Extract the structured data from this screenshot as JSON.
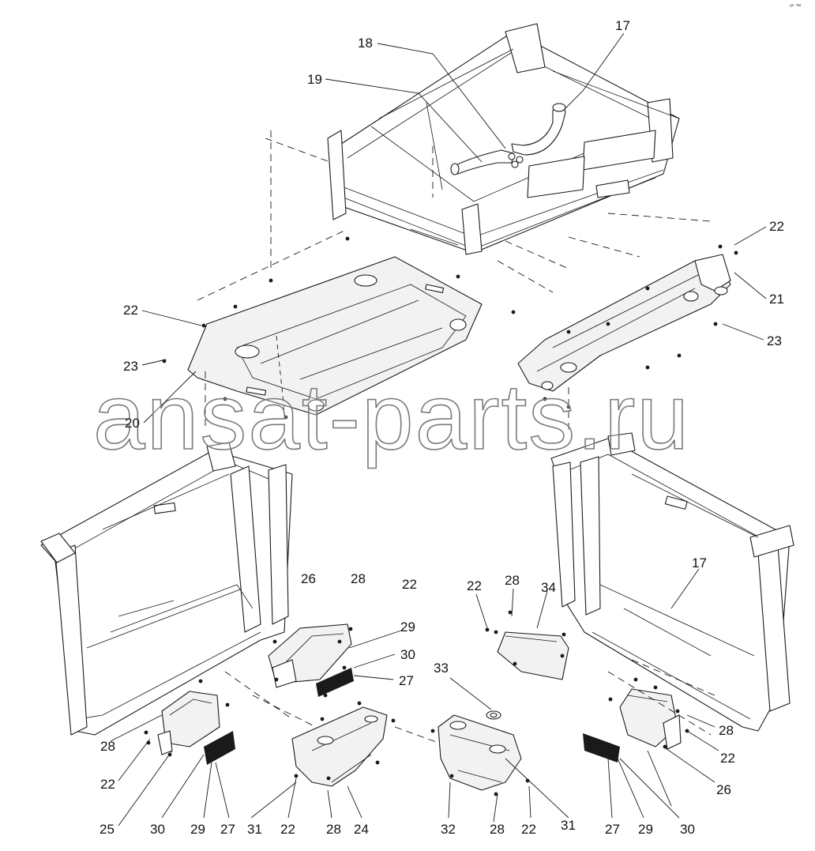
{
  "diagram": {
    "watermark": "ansat-parts.ru",
    "corner_mark": "ᵃ* ™",
    "callouts": [
      {
        "id": "c17a",
        "label": "17"
      },
      {
        "id": "c18",
        "label": "18"
      },
      {
        "id": "c19",
        "label": "19"
      },
      {
        "id": "c22a",
        "label": "22"
      },
      {
        "id": "c21",
        "label": "21"
      },
      {
        "id": "c22b",
        "label": "22"
      },
      {
        "id": "c23a",
        "label": "23"
      },
      {
        "id": "c23b",
        "label": "23"
      },
      {
        "id": "c20",
        "label": "20"
      },
      {
        "id": "c26a",
        "label": "26"
      },
      {
        "id": "c28a",
        "label": "28"
      },
      {
        "id": "c22c",
        "label": "22"
      },
      {
        "id": "c29a",
        "label": "29"
      },
      {
        "id": "c30a",
        "label": "30"
      },
      {
        "id": "c27a",
        "label": "27"
      },
      {
        "id": "c22d",
        "label": "22"
      },
      {
        "id": "c28b",
        "label": "28"
      },
      {
        "id": "c34",
        "label": "34"
      },
      {
        "id": "c17b",
        "label": "17"
      },
      {
        "id": "c33",
        "label": "33"
      },
      {
        "id": "c28c",
        "label": "28"
      },
      {
        "id": "c22e",
        "label": "22"
      },
      {
        "id": "c25",
        "label": "25"
      },
      {
        "id": "c30b",
        "label": "30"
      },
      {
        "id": "c29b",
        "label": "29"
      },
      {
        "id": "c27b",
        "label": "27"
      },
      {
        "id": "c31a",
        "label": "31"
      },
      {
        "id": "c22f",
        "label": "22"
      },
      {
        "id": "c28d",
        "label": "28"
      },
      {
        "id": "c24",
        "label": "24"
      },
      {
        "id": "c32",
        "label": "32"
      },
      {
        "id": "c28e",
        "label": "28"
      },
      {
        "id": "c22g",
        "label": "22"
      },
      {
        "id": "c31b",
        "label": "31"
      },
      {
        "id": "c27c",
        "label": "27"
      },
      {
        "id": "c29c",
        "label": "29"
      },
      {
        "id": "c30c",
        "label": "30"
      },
      {
        "id": "c28f",
        "label": "28"
      },
      {
        "id": "c22h",
        "label": "22"
      },
      {
        "id": "c26b",
        "label": "26"
      }
    ]
  }
}
